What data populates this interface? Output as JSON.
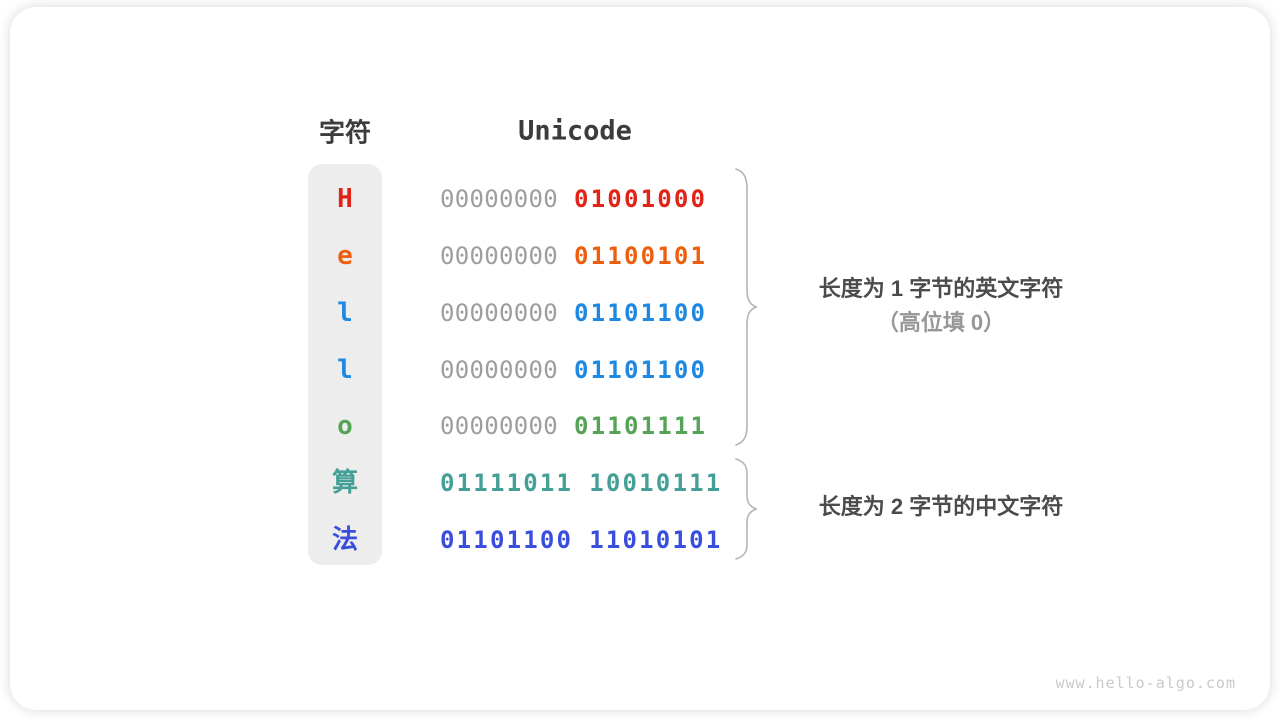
{
  "table": {
    "char_header": "字符",
    "unicode_header": "Unicode",
    "zero_pad_color": "#9e9e9e",
    "rows": [
      {
        "char": "H",
        "color": "#e02418",
        "byte1": "00000000",
        "byte2": "01001000",
        "byte1_padded": true
      },
      {
        "char": "e",
        "color": "#ed5f0e",
        "byte1": "00000000",
        "byte2": "01100101",
        "byte1_padded": true
      },
      {
        "char": "l",
        "color": "#1f88e0",
        "byte1": "00000000",
        "byte2": "01101100",
        "byte1_padded": true
      },
      {
        "char": "l",
        "color": "#1f88e0",
        "byte1": "00000000",
        "byte2": "01101100",
        "byte1_padded": true
      },
      {
        "char": "o",
        "color": "#55a455",
        "byte1": "00000000",
        "byte2": "01101111",
        "byte1_padded": true
      },
      {
        "char": "算",
        "color": "#44a096",
        "byte1": "01111011",
        "byte2": "10010111",
        "byte1_padded": false
      },
      {
        "char": "法",
        "color": "#3a4ede",
        "byte1": "01101100",
        "byte2": "11010101",
        "byte1_padded": false
      }
    ]
  },
  "annotations": {
    "one_byte_line1": "长度为 1 字节的英文字符",
    "one_byte_line2": "（高位填 0）",
    "two_byte_line1": "长度为 2 字节的中文字符"
  },
  "brace_color": "#b4b4b4",
  "footer": {
    "watermark": "www.hello-algo.com"
  }
}
